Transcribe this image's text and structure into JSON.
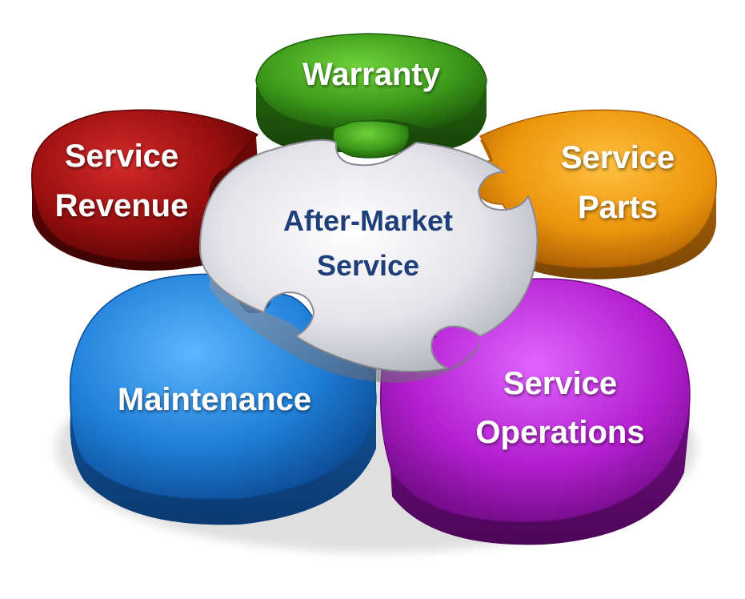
{
  "diagram": {
    "center": {
      "line1": "After-Market",
      "line2": "Service"
    },
    "petals": {
      "warranty": {
        "line1": "Warranty",
        "color": "#3f9e1c"
      },
      "service_revenue": {
        "line1": "Service",
        "line2": "Revenue",
        "color": "#a01010"
      },
      "service_parts": {
        "line1": "Service",
        "line2": "Parts",
        "color": "#e8940c"
      },
      "maintenance": {
        "line1": "Maintenance",
        "color": "#1f7fd8"
      },
      "service_operations": {
        "line1": "Service",
        "line2": "Operations",
        "color": "#b51ed0"
      }
    }
  }
}
